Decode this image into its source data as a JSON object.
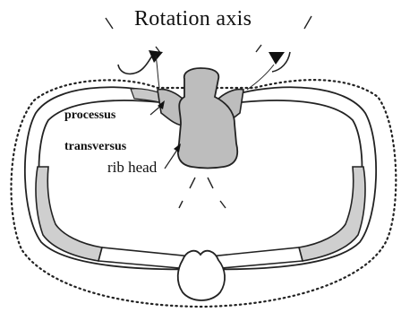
{
  "labels": {
    "title": "Rotation axis",
    "processus": "processus",
    "transversus": "transversus",
    "rib_head": "rib head"
  }
}
